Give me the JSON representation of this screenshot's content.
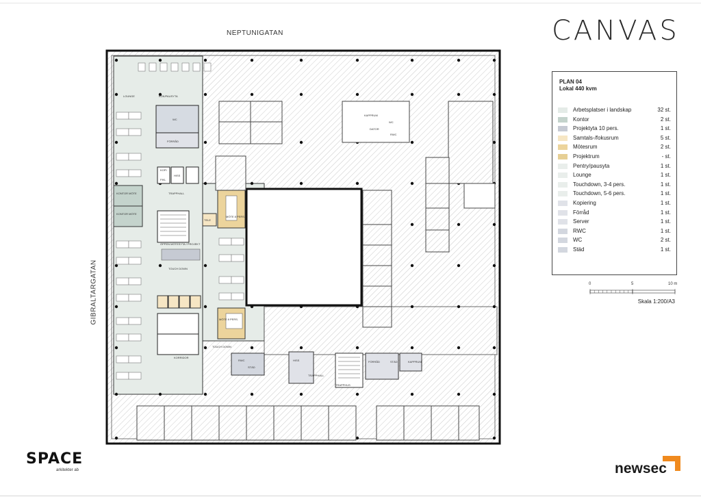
{
  "header": {
    "brand": "CANVAS"
  },
  "streets": {
    "north": "NEPTUNIGATAN",
    "west": "GIBRALTARGATAN"
  },
  "legend": {
    "plan": "PLAN 04",
    "area": "Lokal 440 kvm",
    "items": [
      {
        "label": "Arbetsplatser i landskap",
        "count": "32 st.",
        "color": "#e4ebe7"
      },
      {
        "label": "Kontor",
        "count": "2 st.",
        "color": "#c4d3cc"
      },
      {
        "label": "Projektyta 10 pers.",
        "count": "1 st.",
        "color": "#c6cad3"
      },
      {
        "label": "Samtals-/fokusrum",
        "count": "5 st.",
        "color": "#f6e6c4"
      },
      {
        "label": "Mötesrum",
        "count": "2 st.",
        "color": "#ecd49c"
      },
      {
        "label": "Projektrum",
        "count": "- st.",
        "color": "#e6cf95"
      },
      {
        "label": "Pentry/pausyta",
        "count": "1 st.",
        "color": "#e9eeeb"
      },
      {
        "label": "Lounge",
        "count": "1 st.",
        "color": "#e9eeeb"
      },
      {
        "label": "Touchdown, 3-4 pers.",
        "count": "1 st.",
        "color": "#e9eeeb"
      },
      {
        "label": "Touchdown, 5-6 pers.",
        "count": "1 st.",
        "color": "#e9eeeb"
      },
      {
        "label": "Kopiering",
        "count": "1 st.",
        "color": "#e0e2e8"
      },
      {
        "label": "Förråd",
        "count": "1 st.",
        "color": "#e0e2e8"
      },
      {
        "label": "Server",
        "count": "1 st.",
        "color": "#e0e2e8"
      },
      {
        "label": "RWC",
        "count": "1 st.",
        "color": "#d3d7df"
      },
      {
        "label": "WC",
        "count": "2 st.",
        "color": "#d3d7df"
      },
      {
        "label": "Städ",
        "count": "1 st.",
        "color": "#d3d7df"
      }
    ]
  },
  "scale": {
    "ticks": [
      "0",
      "5",
      "10 m"
    ],
    "caption": "Skala 1:200/A3"
  },
  "plan_labels": {
    "lounge": "LOUNGE",
    "kok": "KÖK/PAUSYTA",
    "wc": "WC",
    "forrad": "FÖRRÅD",
    "kopi": "KOPI",
    "fikl": "FIKL",
    "hiss": "HISS",
    "trapphall": "TRAPPHALL",
    "kontor1": "KONTOR MÖTE",
    "kontor2": "KONTOR MÖTE",
    "mote1": "MÖTE 8 PERS.",
    "mote2": "MÖTE 8 PERS.",
    "tele": "TELE",
    "oppen": "ÖPPEN MÖTESYTA / PROJEKT",
    "touch": "TOUCH DOWN",
    "touch2": "TOUCH DOWN",
    "korridor": "KORRIDOR",
    "rwc": "RWC",
    "stad": "STÄD",
    "trapphus": "TRAPPHUS",
    "trapphall2": "TRAPPHALL",
    "hiss2": "HISS",
    "forrad2": "FÖRRÅD",
    "stad2": "STÄD",
    "kapprum": "KAPPRUM",
    "kapprum2": "KAPPRUM",
    "dator": "DATOR",
    "wc2": "WC",
    "rwc2": "RWC"
  },
  "footer": {
    "architect": "SPACE",
    "architect_sub": "arkitekter ab",
    "agent": "newsec"
  },
  "colors": {
    "accent_orange": "#f08a1e",
    "landscape": "#e4ebe7",
    "meeting": "#ecd49c",
    "wall": "#111111"
  }
}
